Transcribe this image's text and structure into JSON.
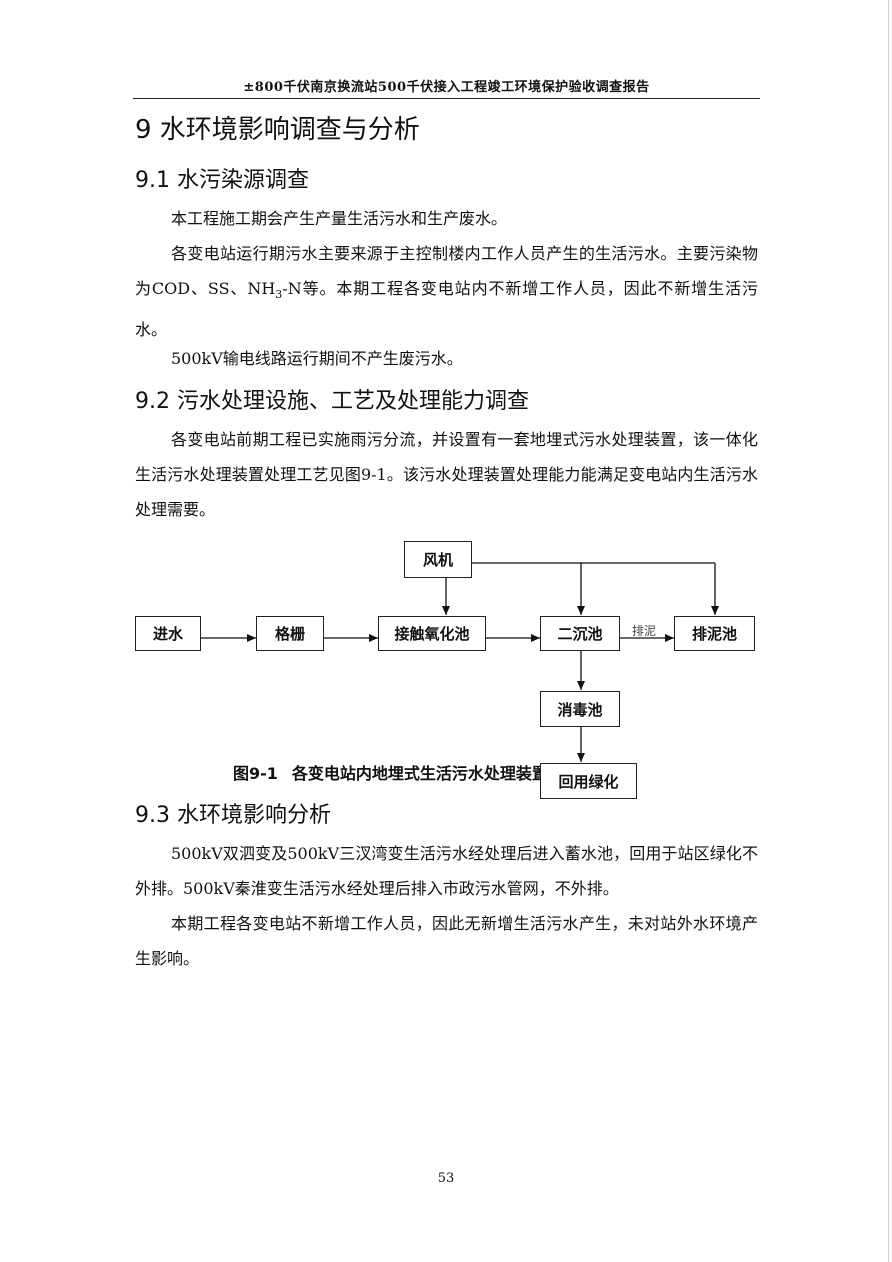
{
  "header": {
    "title": "±800千伏南京换流站500千伏接入工程竣工环境保护验收调查报告"
  },
  "chapter": {
    "title": "9 水环境影响调查与分析"
  },
  "section_9_1": {
    "title": "9.1  水污染源调查",
    "p1": "本工程施工期会产生产量生活污水和生产废水。",
    "p2_a": "各变电站运行期污水主要来源于主控制楼内工作人员产生的生活污水。主要污染物为COD、SS、NH",
    "p2_sub": "3",
    "p2_b": "-N等。本期工程各变电站内不新增工作人员，因此不新增生活污水。",
    "p3": "500kV输电线路运行期间不产生废污水。"
  },
  "section_9_2": {
    "title": "9.2  污水处理设施、工艺及处理能力调查",
    "p1": "各变电站前期工程已实施雨污分流，并设置有一套地埋式污水处理装置，该一体化生活污水处理装置处理工艺见图9-1。该污水处理装置处理能力能满足变电站内生活污水处理需要。"
  },
  "figure": {
    "nodes": {
      "fan": "风机",
      "inlet": "进水",
      "screen": "格栅",
      "contact_oxidation": "接触氧化池",
      "secondary_clarifier": "二沉池",
      "sludge_tank": "排泥池",
      "disinfection": "消毒池",
      "reuse_greening": "回用绿化"
    },
    "edge_label_sludge": "排泥",
    "caption_number": "图9-1",
    "caption_text": "各变电站内地埋式生活污水处理装置处理工艺"
  },
  "section_9_3": {
    "title": "9.3  水环境影响分析",
    "p1": "500kV双泗变及500kV三汊湾变生活污水经处理后进入蓄水池，回用于站区绿化不外排。500kV秦淮变生活污水经处理后排入市政污水管网，不外排。",
    "p2": "本期工程各变电站不新增工作人员，因此无新增生活污水产生，未对站外水环境产生影响。"
  },
  "footer": {
    "page_number": "53"
  }
}
